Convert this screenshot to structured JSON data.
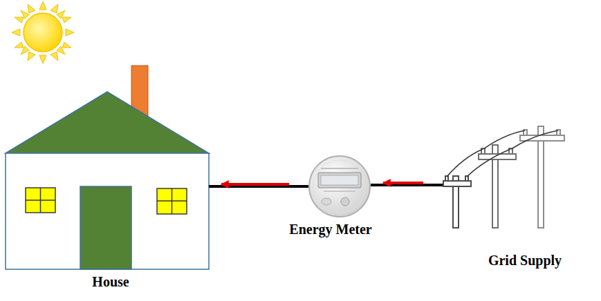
{
  "diagram": {
    "nodes": [
      {
        "text": [
          "House"
        ]
      },
      {
        "text": [
          "Energy Meter"
        ]
      },
      {
        "text": [
          "Grid Supply"
        ]
      }
    ],
    "edges": [
      {
        "from": 2,
        "to": 1,
        "arrow": "to"
      },
      {
        "from": 1,
        "to": 0,
        "arrow": "to"
      }
    ]
  }
}
